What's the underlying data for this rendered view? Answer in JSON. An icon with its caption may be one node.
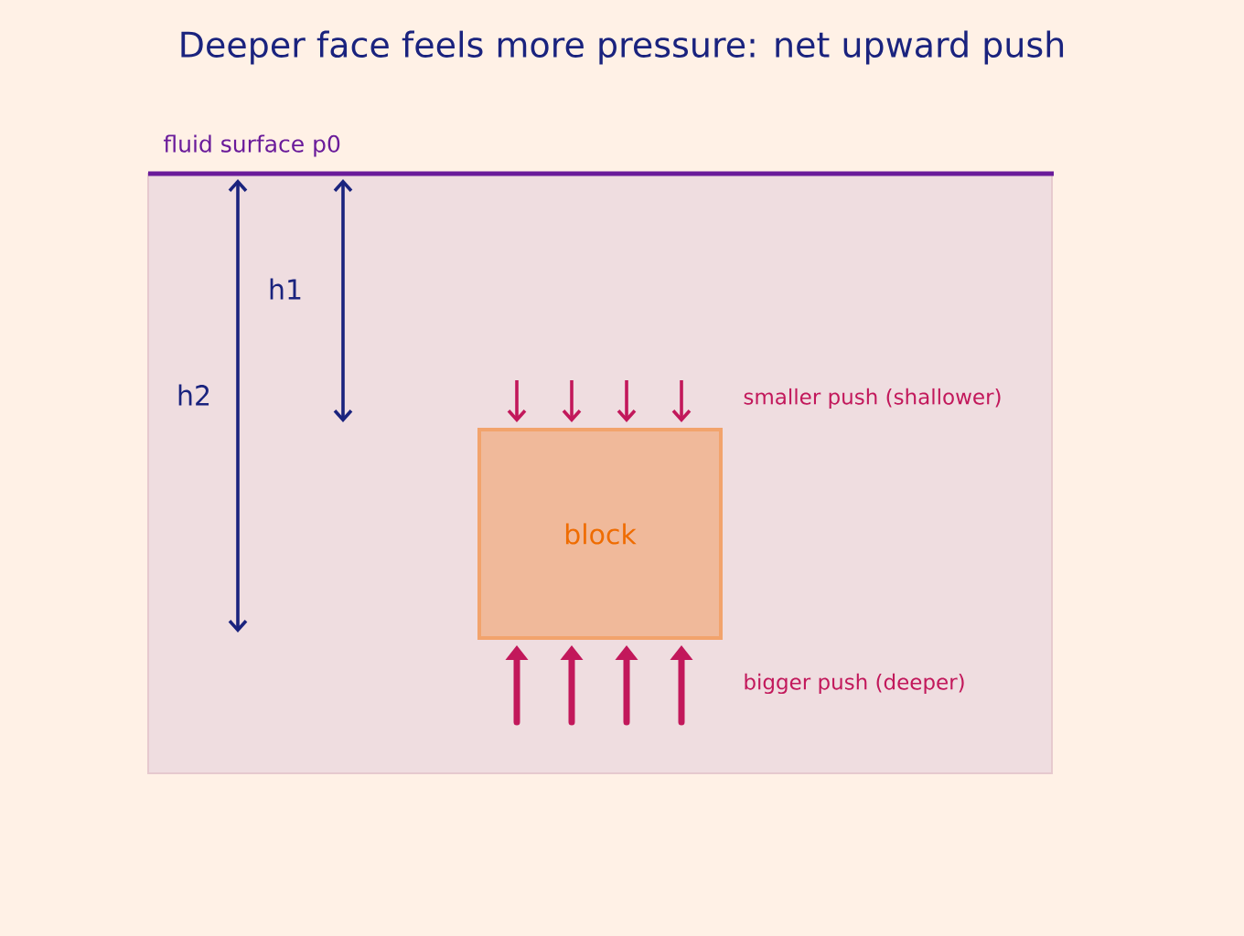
{
  "diagram": {
    "title": "Deeper face feels more pressure: net upward push",
    "nodes": [
      {
        "text": [
          "fluid surface p0"
        ]
      },
      {
        "text": [
          "block"
        ],
        "in": 0
      }
    ],
    "labels": [
      "h1",
      "h2",
      "smaller push (shallower)",
      "bigger push (deeper)"
    ]
  }
}
